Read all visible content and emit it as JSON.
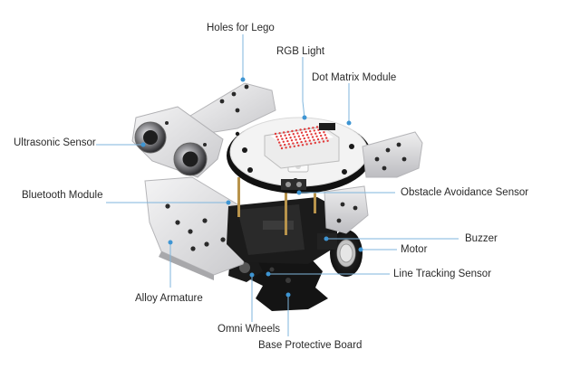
{
  "diagram": {
    "labels": {
      "holes_for_lego": "Holes for Lego",
      "rgb_light": "RGB Light",
      "dot_matrix_module": "Dot Matrix Module",
      "ultrasonic_sensor": "Ultrasonic Sensor",
      "bluetooth_module": "Bluetooth Module",
      "obstacle_avoidance_sensor": "Obstacle Avoidance Sensor",
      "buzzer": "Buzzer",
      "motor": "Motor",
      "line_tracking_sensor": "Line Tracking Sensor",
      "alloy_armature": "Alloy Armature",
      "omni_wheels": "Omni Wheels",
      "base_protective_board": "Base Protective Board"
    },
    "colors": {
      "leader_line": "#7fb6dd",
      "leader_dot": "#3e95d3",
      "label_text": "#2a2a2a",
      "metal": "#dcdcde",
      "pcb": "#f2f2f2",
      "black_parts": "#151515",
      "dot_matrix_led": "#e23a3a"
    }
  }
}
